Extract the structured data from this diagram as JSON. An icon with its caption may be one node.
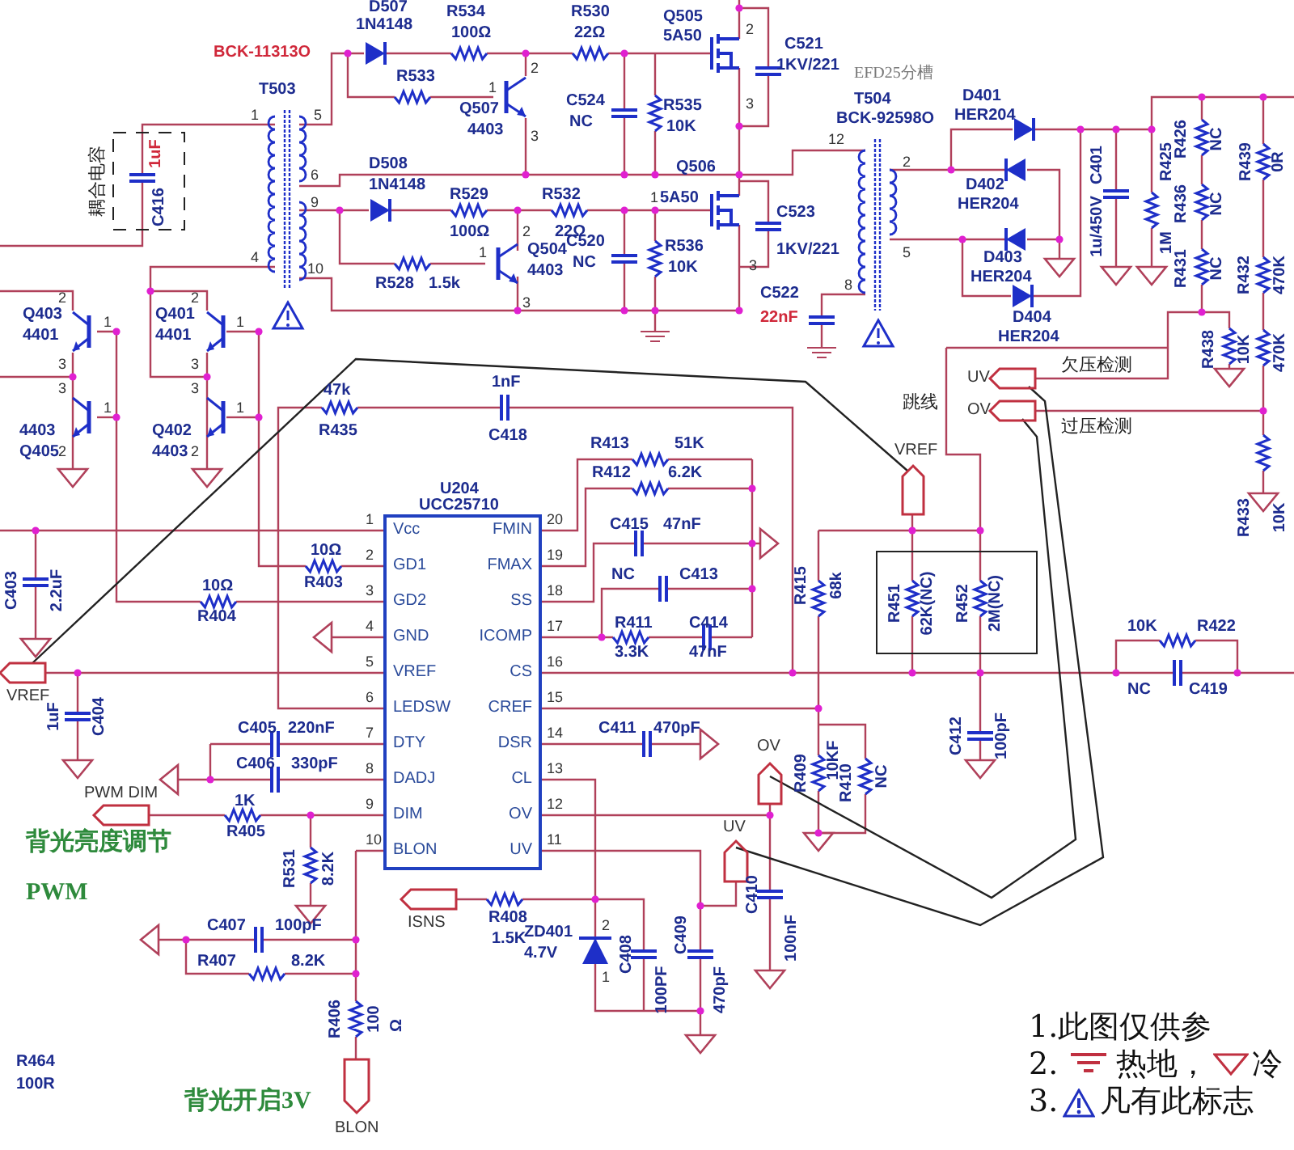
{
  "diagram": {
    "nodes": [
      {
        "text": [
          "U204",
          "UCC25710",
          "Vcc",
          "GD1",
          "GD2",
          "GND",
          "VREF",
          "LEDSW",
          "DTY",
          "DADJ",
          "DIM",
          "BLON",
          "FMIN",
          "FMAX",
          "SS",
          "ICOMP",
          "CS",
          "CREF",
          "DSR",
          "CL",
          "OV",
          "UV"
        ]
      }
    ],
    "labels": [
      "D507",
      "1N4148",
      "R534",
      "100Ω",
      "R530",
      "22Ω",
      "BCK-11313O",
      "R533",
      "T503",
      "Q507",
      "4403",
      "C524",
      "NC",
      "2",
      "1",
      "3",
      "1",
      "5",
      "耦合电容",
      "1uF",
      "C416",
      "6",
      "D508",
      "1N4148",
      "R529",
      "100Ω",
      "R532",
      "22Ω",
      "9",
      "Q504",
      "4403",
      "C520",
      "NC",
      "2",
      "1",
      "3",
      "4",
      "10",
      "R528",
      "1.5k",
      "Q505",
      "5A50",
      "2",
      "C521",
      "1KV/221",
      "R535",
      "10K",
      "3",
      "EFD25分槽",
      "T504",
      "BCK-92598O",
      "D401",
      "HER204",
      "12",
      "2",
      "D402",
      "HER204",
      "Q506",
      "1",
      "5A50",
      "C523",
      "R536",
      "1KV/221",
      "10K",
      "3",
      "5",
      "D403",
      "HER204",
      "C522",
      "22nF",
      "8",
      "D404",
      "HER204",
      "C401",
      "1u/450V",
      "R425",
      "1M",
      "R426",
      "NC",
      "R436",
      "NC",
      "R439",
      "0R",
      "R431",
      "NC",
      "R432",
      "470K",
      "R438",
      "10K",
      "470K",
      "Q403",
      "4401",
      "2",
      "1",
      "Q401",
      "4401",
      "2",
      "1",
      "3",
      "3",
      "4403",
      "Q405",
      "1",
      "2",
      "3",
      "3",
      "Q402",
      "4403",
      "1",
      "2",
      "47k",
      "R435",
      "1nF",
      "C418",
      "R413",
      "51K",
      "R412",
      "6.2K",
      "UV",
      "欠压检测",
      "跳线",
      "OV",
      "过压检测",
      "VREF",
      "R433",
      "10K",
      "C403",
      "2.2uF",
      "10Ω",
      "10Ω",
      "R403",
      "R404",
      "C415",
      "47nF",
      "NC",
      "C413",
      "R411",
      "3.3K",
      "C414",
      "47nF",
      "R415",
      "68k",
      "R451",
      "62K(NC)",
      "R452",
      "2M(NC)",
      "10K",
      "R422",
      "NC",
      "C419",
      "VREF",
      "1uF",
      "C404",
      "C405",
      "220nF",
      "C411",
      "470pF",
      "OV",
      "C412",
      "100pF",
      "C406",
      "330pF",
      "R409",
      "10KF",
      "R410",
      "NC",
      "PWM DIM",
      "1K",
      "R405",
      "UV",
      "背光亮度调节",
      "R531",
      "8.2K",
      "PWM",
      "C410",
      "100nF",
      "ISNS",
      "R408",
      "1.5K",
      "ZD401",
      "4.7V",
      "2",
      "1",
      "C407",
      "100pF",
      "C408",
      "100PF",
      "C409",
      "470pF",
      "R407",
      "8.2K",
      "R406",
      "100",
      "Ω",
      "R464",
      "100R",
      "背光开启3V",
      "1.此图仅供参",
      "2.",
      "热地，",
      "冷",
      "3.",
      "凡有此标志",
      "BLON",
      "1",
      "2",
      "3",
      "4",
      "5",
      "6",
      "7",
      "8",
      "9",
      "10",
      "20",
      "19",
      "18",
      "17",
      "16",
      "15",
      "14",
      "13",
      "12",
      "11"
    ]
  }
}
